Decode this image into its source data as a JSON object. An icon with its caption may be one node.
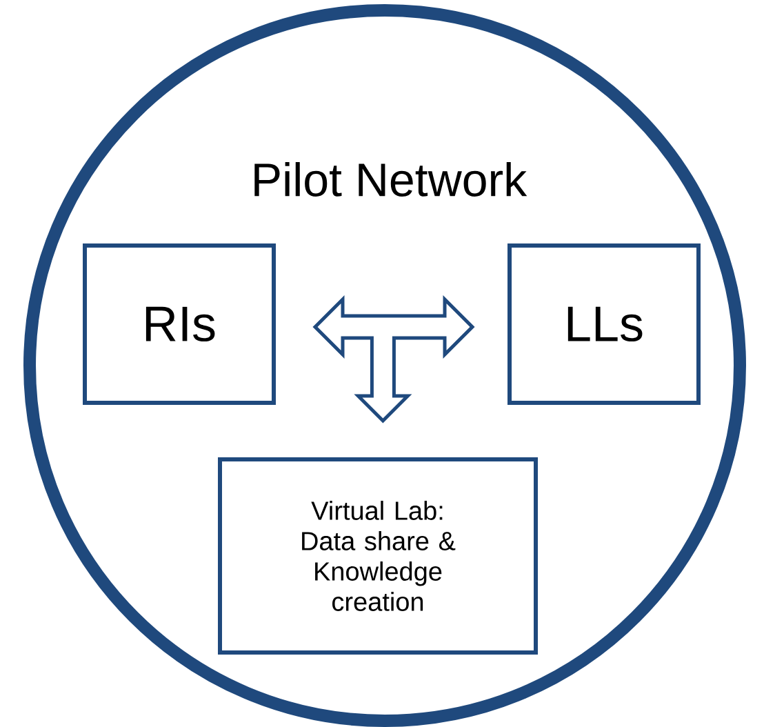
{
  "diagram": {
    "nodes": [
      {
        "text": [
          "Pilot Network"
        ]
      },
      {
        "text": [
          "RIs"
        ],
        "in": 0
      },
      {
        "text": [
          "LLs"
        ],
        "in": 0
      },
      {
        "text": [
          "Virtual Lab: Data share & Knowledge creation"
        ],
        "in": 0
      }
    ],
    "edges": [
      {
        "from": 1,
        "to": 2,
        "arrow": "both"
      },
      {
        "from": 1,
        "to": 3,
        "arrow": "both"
      },
      {
        "from": 2,
        "to": 3,
        "arrow": "both"
      }
    ]
  }
}
